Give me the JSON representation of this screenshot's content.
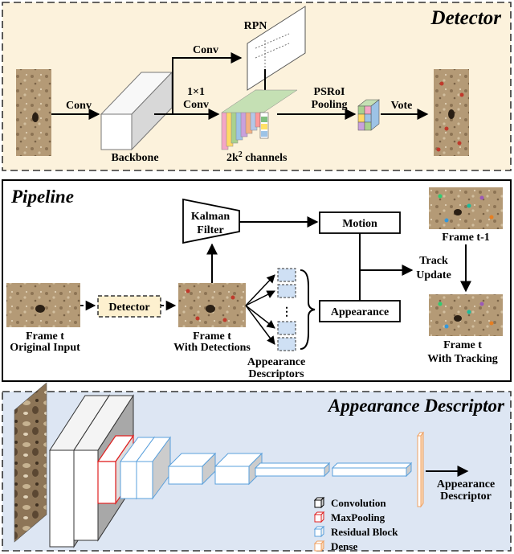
{
  "detector": {
    "title": "Detector",
    "conv_in": "Conv",
    "backbone": "Backbone",
    "conv_top": "Conv",
    "rpn": "RPN",
    "conv1x1_a": "1×1",
    "conv1x1_b": "Conv",
    "channels_prefix": "2k",
    "channels_sup": "2",
    "channels_suffix": " channels",
    "psroi_a": "PSRoI",
    "psroi_b": "Pooling",
    "vote": "Vote"
  },
  "pipeline": {
    "title": "Pipeline",
    "kalman_a": "Kalman",
    "kalman_b": "Filter",
    "motion": "Motion",
    "detector": "Detector",
    "appearance": "Appearance",
    "frame_t_a": "Frame t",
    "frame_t_b": "Original Input",
    "frame_det_a": "Frame t",
    "frame_det_b": "With Detections",
    "desc_a": "Appearance",
    "desc_b": "Descriptors",
    "ellipsis": "⋮",
    "track_a": "Track",
    "track_b": "Update",
    "frame_prev": "Frame t-1",
    "frame_track_a": "Frame t",
    "frame_track_b": "With Tracking"
  },
  "appearance_descriptor": {
    "title": "Appearance Descriptor",
    "output_a": "Appearance",
    "output_b": "Descriptor",
    "legend": [
      {
        "label": "Convolution",
        "color": "#ffffff",
        "stroke": "#000000"
      },
      {
        "label": "MaxPooling",
        "color": "#ffffff",
        "stroke": "#e02020"
      },
      {
        "label": "Residual Block",
        "color": "#ffffff",
        "stroke": "#5aa0dc"
      },
      {
        "label": "Dense",
        "color": "#ffffff",
        "stroke": "#f0a060"
      }
    ]
  },
  "colors": {
    "detector_bg": "#fcf2dc",
    "detector_box": "#fdf0cf",
    "descriptor_bg": "#dde6f3",
    "cell_blue": "#cfe0f4"
  }
}
